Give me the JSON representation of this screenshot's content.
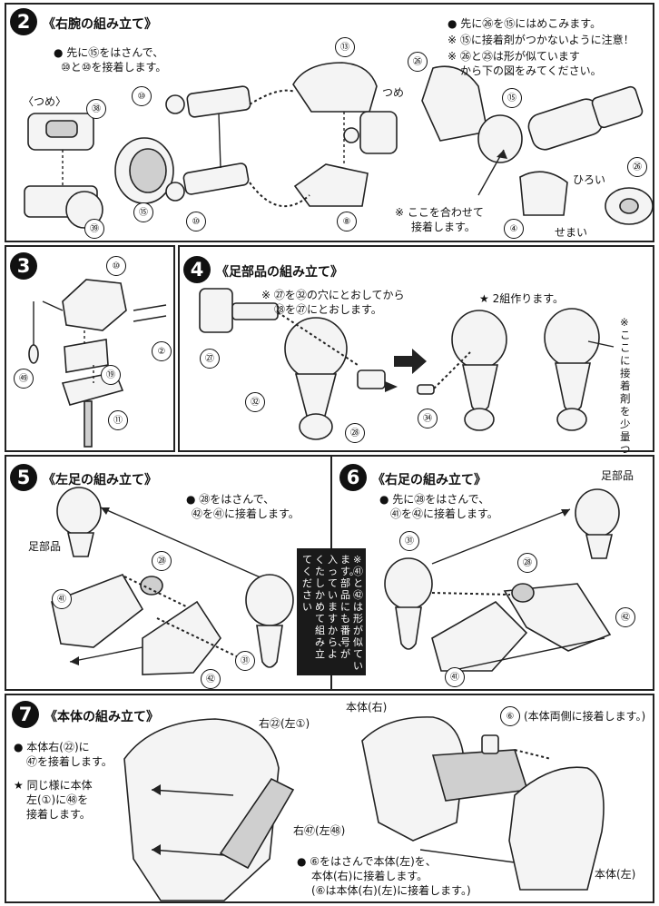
{
  "step2": {
    "num": "2",
    "title": "《右腕の組み立て》",
    "note_left_1": "● 先に⑮をはさんで、",
    "note_left_2": "⑩と⑩を接着します。",
    "tsume_label": "〈つめ〉",
    "tsume_label2": "つめ",
    "note_right_1": "● 先に㉖を⑮にはめこみます。",
    "note_right_2": "※ ⑮に接着剤がつかないように注意！",
    "note_right_3": "※ ㉖と㉕は形が似ています",
    "note_right_4": "から下の図をみてください。",
    "align_note_1": "※ ここを合わせて",
    "align_note_2": "接着します。",
    "wide_label": "ひろい",
    "narrow_label": "せまい",
    "parts": [
      "⑬",
      "⑩",
      "㉖",
      "㊳",
      "⑮",
      "㉖",
      "⑮",
      "㊴",
      "⑩",
      "⑧",
      "④"
    ]
  },
  "step3": {
    "num": "3",
    "parts": [
      "⑩",
      "⑲",
      "⑪",
      "㊾",
      "②"
    ]
  },
  "step4": {
    "num": "4",
    "title": "《足部品の組み立て》",
    "note_1": "※ ㉗を㉜の穴にとおしてから",
    "note_2": "㉘を㉗にとおします。",
    "star_note": "★ 2組作ります。",
    "side_note": "※ここに接着剤を少量つけおしこみます。",
    "parts": [
      "㉗",
      "㉜",
      "㉘",
      "㉞"
    ]
  },
  "step5": {
    "num": "5",
    "title": "《左足の組み立て》",
    "note_1": "● ㉘をはさんで、",
    "note_2": "㊷を㊶に接着します。",
    "foot_label": "足部品",
    "parts": [
      "㉘",
      "㊶",
      "㉛",
      "㊷"
    ]
  },
  "step6": {
    "num": "6",
    "title": "《右足の組み立て》",
    "note_1": "● 先に㉘をはさんで、",
    "note_2": "㊶を㊷に接着します。",
    "foot_label": "足部品",
    "parts": [
      "㉛",
      "㉘",
      "㊷",
      "㊶"
    ]
  },
  "warning_box": {
    "cols": [
      "※㊶と㊷は形が似てい",
      "ます。部品にも番号が",
      "入っていますから、よ",
      "くたしかめて組み立",
      "てください"
    ]
  },
  "step7": {
    "num": "7",
    "title": "《本体の組み立て》",
    "note_1": "● 本体右(㉒)に",
    "note_2": "㊼を接着します。",
    "note_3": "★ 同じ様に本体",
    "note_4": "左(①)に㊽を",
    "note_5": "接着します。",
    "label_top": "右㉒(左①)",
    "label_mid": "右㊼(左㊽)",
    "body_right": "本体(右)",
    "body_left": "本体(左)",
    "part6_note": "(本体両側に接着します。)",
    "bottom_1": "● ⑥をはさんで本体(左)を、",
    "bottom_2": "本体(右)に接着します。",
    "bottom_3": "(⑥は本体(右)(左)に接着します。)",
    "part6": "⑥"
  }
}
